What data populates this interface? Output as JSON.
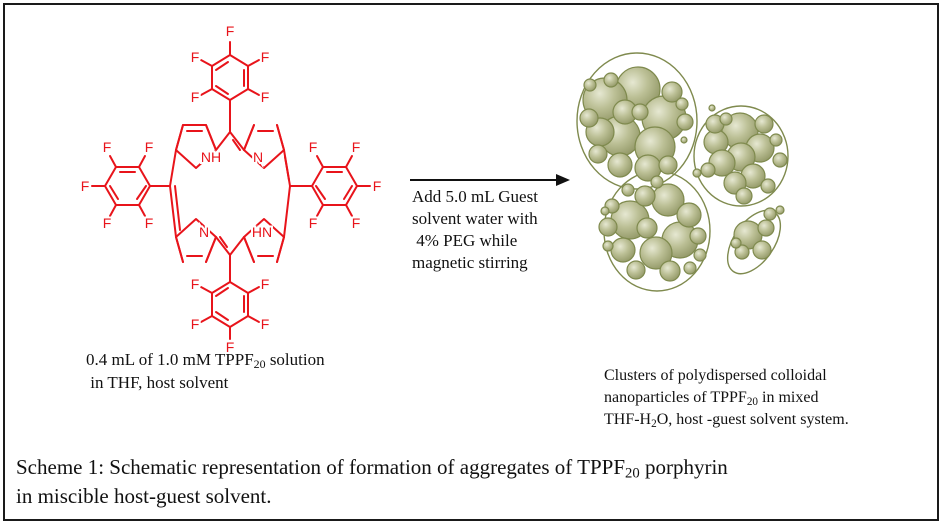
{
  "molecule": {
    "atom_F": "F",
    "atom_N": "N",
    "atom_NH": "NH",
    "atom_HN": "HN"
  },
  "left_caption": {
    "line1_pre": "0.4 mL of 1.0 mM TPPF",
    "line1_sub": "20",
    "line1_post": " solution",
    "line2": "in THF, host solvent"
  },
  "arrow_label": {
    "line1": "Add 5.0 mL Guest",
    "line2": "solvent water with",
    "line3": "4% PEG while",
    "line4": "magnetic stirring"
  },
  "right_caption": {
    "line1": "Clusters of polydispersed colloidal",
    "line2_pre": "nanoparticles of TPPF",
    "line2_sub": "20",
    "line2_post": " in mixed",
    "line3_pre": "THF-H",
    "line3_sub": "2",
    "line3_post": "O, host -guest solvent system."
  },
  "scheme_caption": {
    "line1_pre": "Scheme 1: Schematic representation of formation of aggregates of TPPF",
    "line1_sub": "20",
    "line1_post": " porphyrin",
    "line2": "in miscible host-guest solvent."
  },
  "colors": {
    "molecule": "#e8141b",
    "particle_fill": "#a8ad7d",
    "particle_outline": "#7f8a4e",
    "frame": "#1a1a1a"
  }
}
